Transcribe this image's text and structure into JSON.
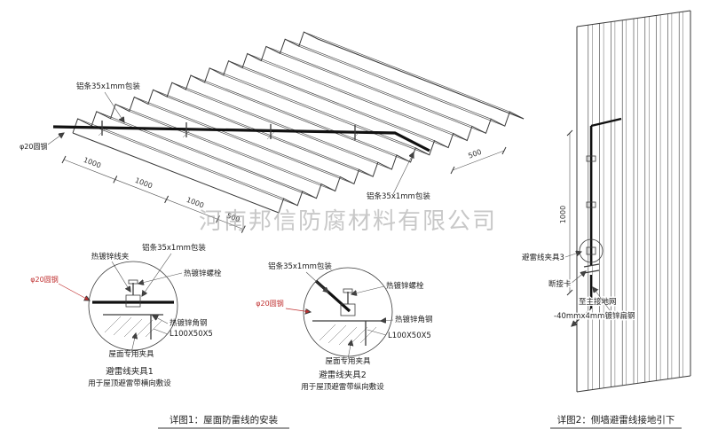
{
  "watermark": "河南邦信防腐材料有限公司",
  "captions": {
    "detail1": "详图1：屋面防雷线的安装",
    "detail2": "详图2：侧墙避雷线接地引下"
  },
  "roof": {
    "labels": {
      "strip_top": "铝条35x1mm包装",
      "round_steel": "φ20圆钢",
      "strip_right": "铝条35x1mm包装"
    },
    "dims": [
      "1000",
      "1000",
      "1000",
      "500",
      "500"
    ]
  },
  "clamp1": {
    "title": "避雷线夹具1",
    "subtitle": "用于屋顶避雷带横向敷设",
    "labels": {
      "wire_clip": "热镀锌线夹",
      "alum_strip": "铝条35x1mm包装",
      "bolt": "热镀锌螺栓",
      "round_steel": "φ20圆钢",
      "angle_steel": "热镀锌角钢",
      "angle_size": "L100X50X5",
      "roof_fixture": "屋面专用夹具"
    }
  },
  "clamp2": {
    "title": "避雷线夹具2",
    "subtitle": "用于屋顶避雷带纵向敷设",
    "labels": {
      "alum_strip": "铝条35x1mm包装",
      "bolt": "热镀锌螺栓",
      "round_steel": "φ20圆钢",
      "angle_steel": "热镀锌角钢",
      "angle_size": "L100X50X5",
      "roof_fixture": "屋面专用夹具"
    }
  },
  "wall": {
    "dim": "1000",
    "labels": {
      "clamp3": "避雷线夹具3",
      "disconnect": "断接卡",
      "to_ground": "至主接地网",
      "flat_steel": "-40mmx4mm镀锌扁钢"
    }
  },
  "colors": {
    "line": "#3a3a3a",
    "accent_red": "#c03030",
    "watermark_gray": "#9c9c9c"
  }
}
